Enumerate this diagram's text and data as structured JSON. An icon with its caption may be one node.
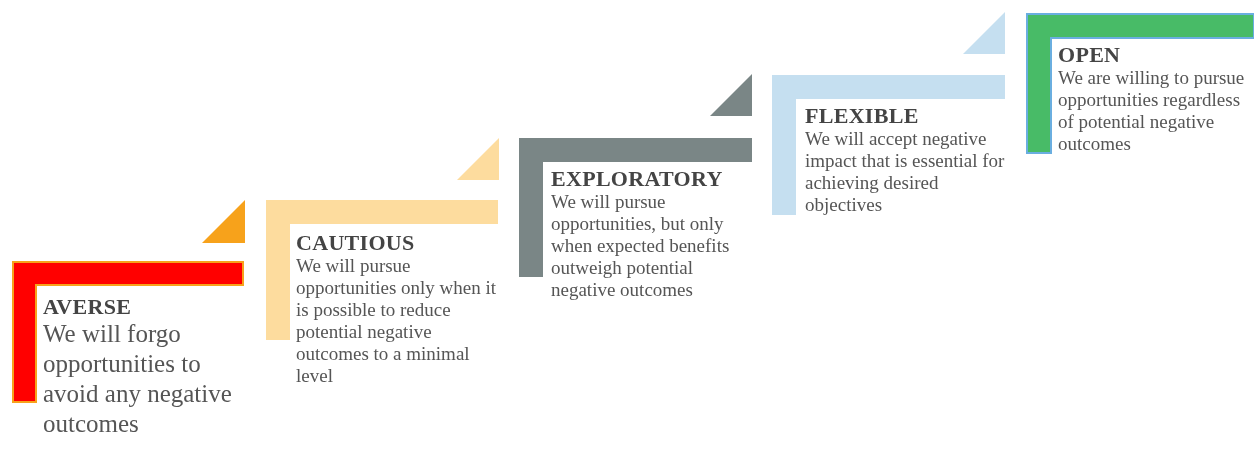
{
  "diagram": {
    "nodes": [
      {
        "text": [
          "AVERSE",
          "We will forgo opportunities to avoid any negative outcomes"
        ]
      },
      {
        "text": [
          "CAUTIOUS",
          "We will pursue opportunities only when it is possible to reduce potential negative outcomes to a minimal level"
        ]
      },
      {
        "text": [
          "EXPLORATORY",
          "We will pursue opportunities, but only when expected benefits outweigh potential negative outcomes"
        ]
      },
      {
        "text": [
          "FLEXIBLE",
          "We will accept negative impact that is essential for achieving desired objectives"
        ]
      },
      {
        "text": [
          "OPEN",
          "We are willing to pursue opportunities regardless of potential negative outcomes"
        ]
      }
    ]
  }
}
